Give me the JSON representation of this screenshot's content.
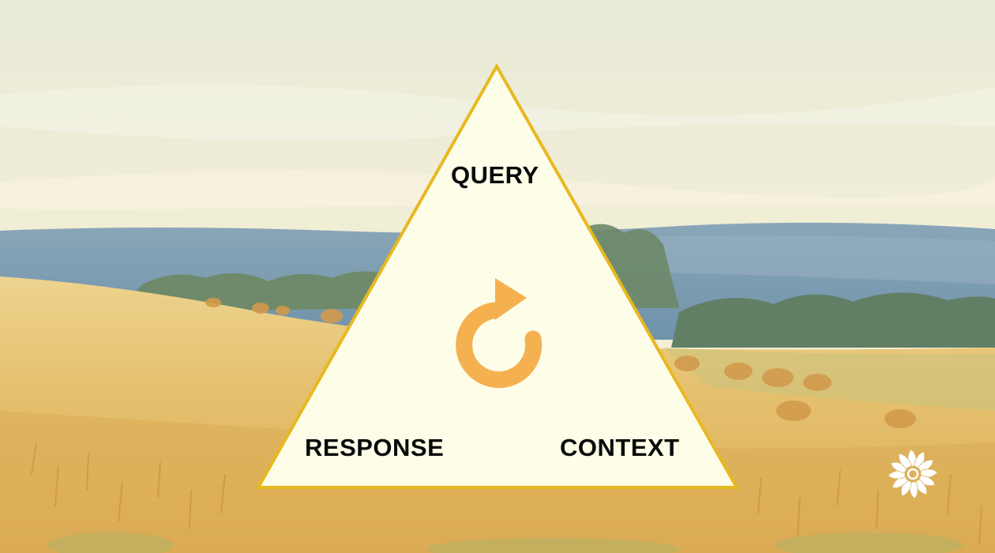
{
  "diagram": {
    "nodes": {
      "top": "QUERY",
      "bottom_left": "RESPONSE",
      "bottom_right": "CONTEXT"
    },
    "center_icon": "circular-arrow-refresh-icon",
    "logo_icon": "flower-logo-icon"
  },
  "colors": {
    "triangle_fill": "#fdfde8",
    "triangle_stroke": "#e8b820",
    "arrow": "#f5b150",
    "label_text": "#0a0a0a",
    "sky": "#f2efd8",
    "hills": "#7f9fb5",
    "field": "#e2bf6e"
  }
}
